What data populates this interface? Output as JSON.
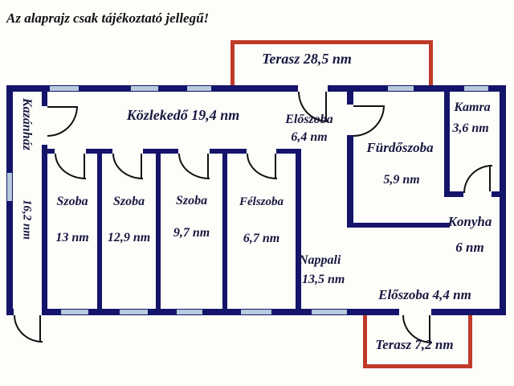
{
  "disclaimer": "Az alaprajz csak tájékoztató jellegű!",
  "colors": {
    "wall": "#14146a",
    "window": "#b5cbdd",
    "terrace": "#bf3a28",
    "label": "#181840",
    "door": "#111111",
    "bg": "#fdfdfa"
  },
  "terraces": {
    "top_label": "Terasz 28,5 nm",
    "bottom_label": "Terasz 7,2 nm"
  },
  "rooms": {
    "kazanhaz": {
      "name": "Kazánház",
      "area": "16,2 nm"
    },
    "kozlekedo": {
      "label": "Közlekedő 19,4 nm"
    },
    "eloszoba_felso": {
      "name": "Előszoba",
      "area": "6,4 nm"
    },
    "kamra": {
      "name": "Kamra",
      "area": "3,6 nm"
    },
    "furdoszoba": {
      "name": "Fürdőszoba",
      "area": "5,9 nm"
    },
    "szoba_1": {
      "name": "Szoba",
      "area": "13 nm"
    },
    "szoba_2": {
      "name": "Szoba",
      "area": "12,9 nm"
    },
    "szoba_3": {
      "name": "Szoba",
      "area": "9,7 nm"
    },
    "felszoba": {
      "name": "Félszoba",
      "area": "6,7 nm"
    },
    "nappali": {
      "name": "Nappali",
      "area": "13,5 nm"
    },
    "konyha": {
      "name": "Konyha",
      "area": "6 nm"
    },
    "eloszoba_also": {
      "label": "Előszoba 4,4 nm"
    }
  }
}
